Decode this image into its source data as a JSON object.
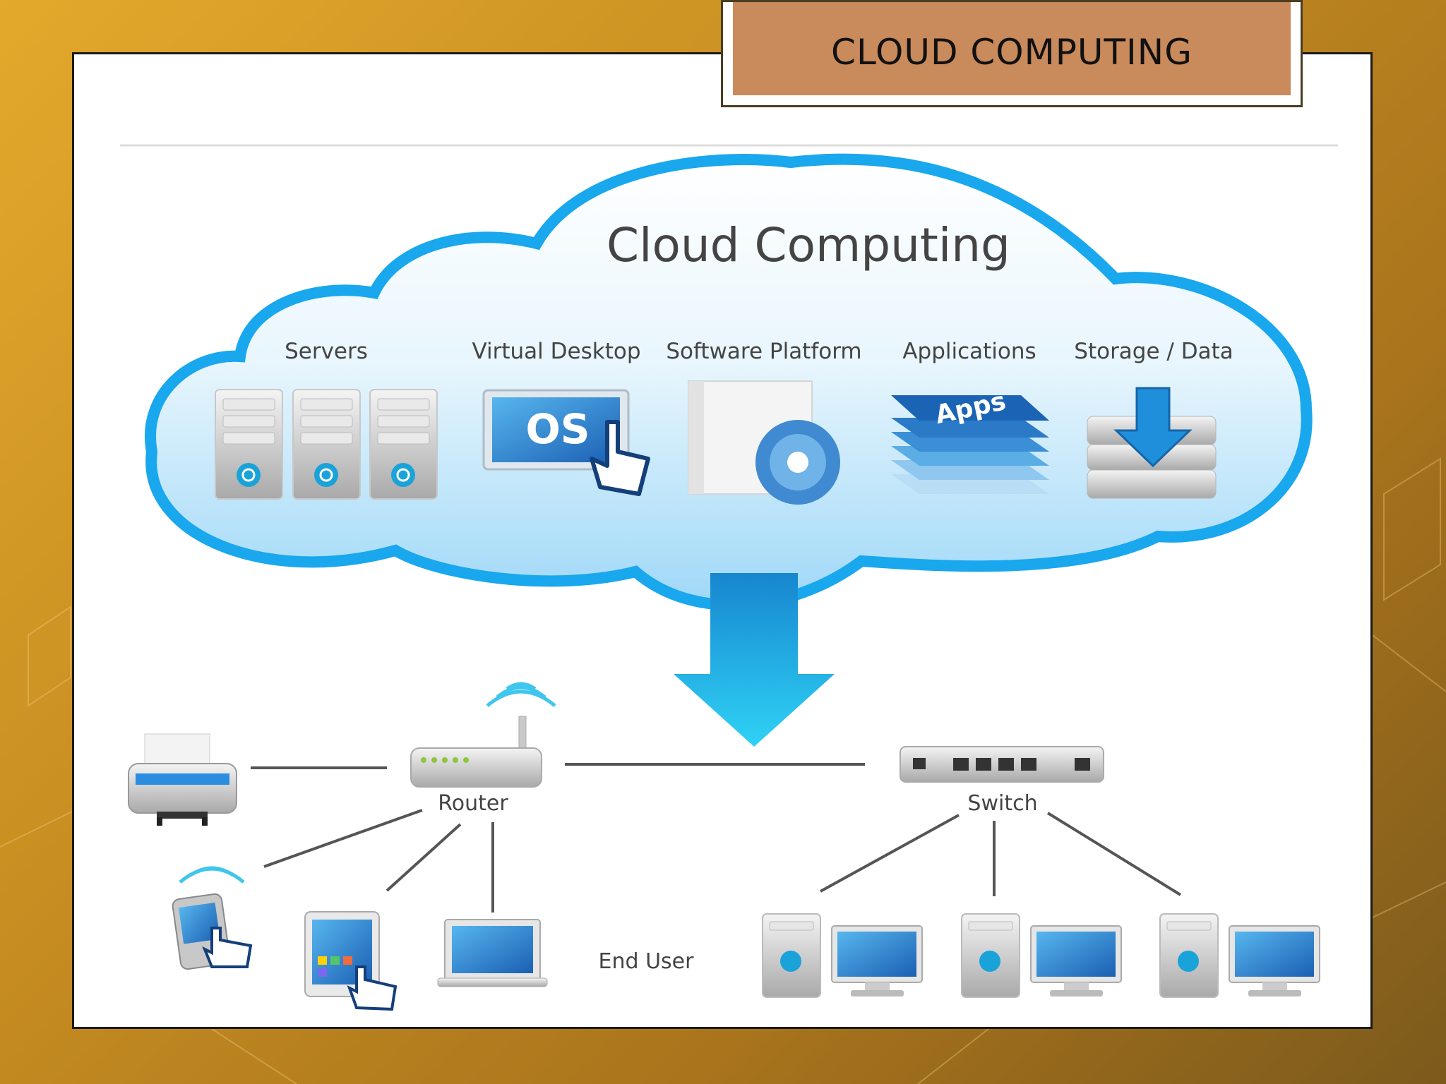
{
  "slide": {
    "title": "CLOUD COMPUTING"
  },
  "diagram": {
    "cloud_title": "Cloud Computing",
    "services": [
      "Servers",
      "Virtual Desktop",
      "Software Platform",
      "Applications",
      "Storage / Data"
    ],
    "os_text": "OS",
    "apps_text": "Apps",
    "router_label": "Router",
    "switch_label": "Switch",
    "end_user_label": "End User"
  },
  "colors": {
    "cloud_border": "#19a7ee",
    "cloud_fill": "#bfe6fb",
    "accent_blue": "#1f7fc8",
    "title_banner": "#c98a5c",
    "background_gold": "#c98f22"
  }
}
